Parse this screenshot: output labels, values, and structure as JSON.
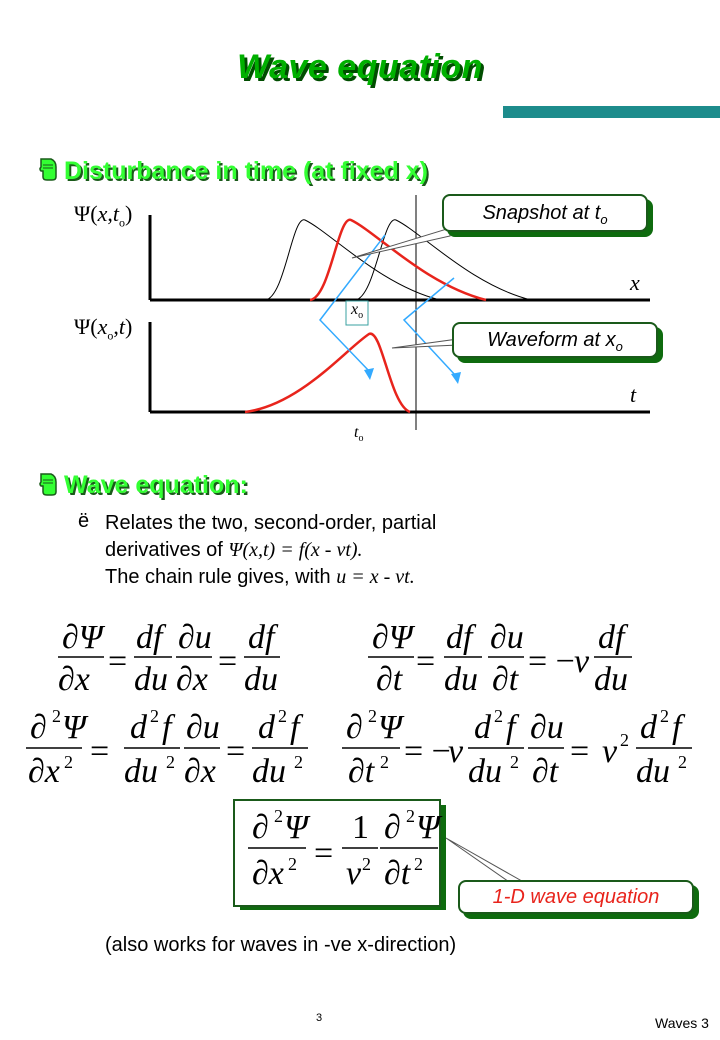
{
  "title": "Wave equation",
  "title_bar_color": "#1d8c8c",
  "accent_green": "#00b000",
  "bullets": [
    {
      "icon": "pointing-hand-icon",
      "text": "Disturbance in time (at fixed x)"
    },
    {
      "icon": "pointing-hand-icon",
      "text": "Wave equation:"
    }
  ],
  "graph": {
    "top_label": {
      "psi": "Ψ(",
      "x": "x",
      "comma": ",",
      "t": "t",
      "sub": "o",
      "close": ")"
    },
    "bottom_label": {
      "psi": "Ψ(",
      "x": "x",
      "sub": "o",
      "comma": ",",
      "t": "t",
      "close": ")"
    },
    "x_axis": "x",
    "t_axis": "t",
    "xo": {
      "main": "x",
      "sub": "o"
    },
    "to": {
      "main": "t",
      "sub": "o"
    },
    "pulse_color": "#e8241c",
    "arrow_color": "#33aaff"
  },
  "callouts": {
    "snapshot": {
      "text": "Snapshot at t",
      "sub": "o"
    },
    "waveform": {
      "text": "Waveform at x",
      "sub": "o"
    },
    "wave_eq": "1-D wave equation"
  },
  "subpoint": {
    "icon": "script-e-bullet-icon",
    "glyph": "ë",
    "line1": "Relates the two, second-order, partial",
    "line2_text": "derivatives of ",
    "line2_math": "Ψ(x,t) = f(x - vt).",
    "line3_text": "The chain rule gives, with ",
    "line3_math": "u = x - vt."
  },
  "note": "(also works for waves in -ve x-direction)",
  "page_number": "3",
  "footer": "Waves 3"
}
